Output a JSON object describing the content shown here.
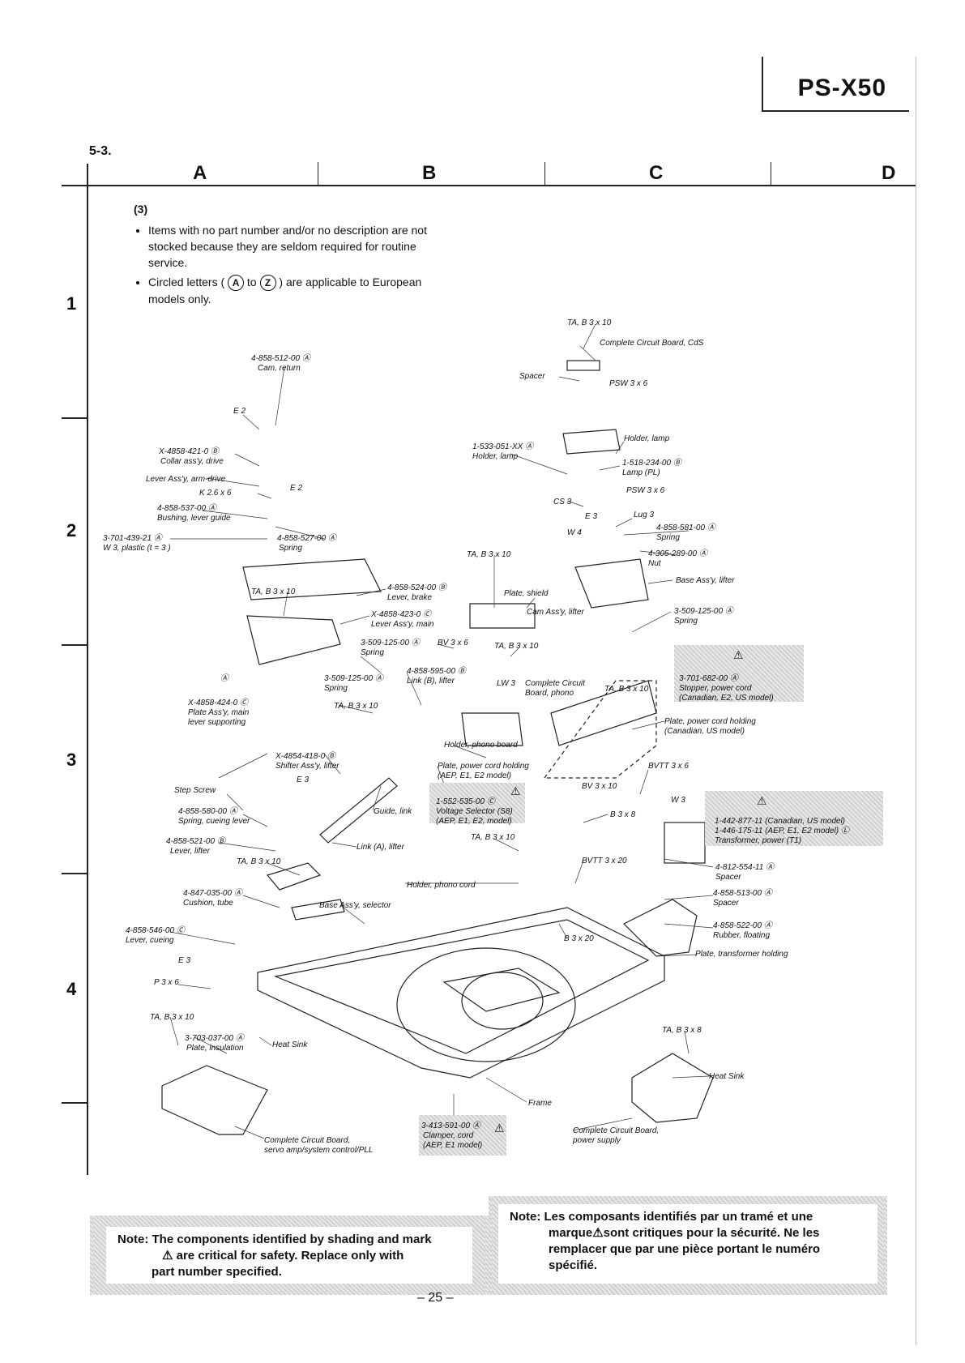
{
  "model": "PS-X50",
  "section": "5-3.",
  "columns": [
    "A",
    "B",
    "C",
    "D"
  ],
  "rows": [
    "1",
    "2",
    "3",
    "4"
  ],
  "intro": {
    "number": "(3)",
    "bullet1": "Items with no part number and/or no description are not stocked because they are seldom required for routine service.",
    "bullet2_pre": "Circled letters (",
    "circle_a": "A",
    "bullet2_to": "to",
    "circle_z": "Z",
    "bullet2_post": ") are applicable to European models only."
  },
  "labels": {
    "l_ta_top": "TA, B 3 x 10",
    "l_ccb_cds": "Complete Circuit Board, CdS",
    "l_spacer": "Spacer",
    "l_psw1": "PSW 3 x 6",
    "l_4858512a": "4-858-512-00 Ⓐ",
    "l_4858512b": "Cam, return",
    "l_e2a": "E 2",
    "l_x4858421a": "X-4858-421-0 Ⓑ",
    "l_x4858421b": "Collar ass'y, drive",
    "l_lever_arm": "Lever Ass'y, arm-drive",
    "l_k26": "K 2.6 x 6",
    "l_e2b": "E 2",
    "l_4858537a": "4-858-537-00 Ⓐ",
    "l_4858537b": "Bushing, lever guide",
    "l_3701439a": "3-701-439-21 Ⓐ",
    "l_3701439b": "W 3, plastic (t = 3 )",
    "l_4858527a": "4-858-527-00 Ⓐ",
    "l_4858527b": "Spring",
    "l_holder_lamp1": "Holder, lamp",
    "l_1533051a": "1-533-051-XX Ⓐ",
    "l_1533051b": "Holder, lamp",
    "l_1518234a": "1-518-234-00 Ⓑ",
    "l_1518234b": "Lamp (PL)",
    "l_psw2": "PSW 3 x 6",
    "l_cs3": "CS 3",
    "l_e3a": "E 3",
    "l_lug3": "Lug 3",
    "l_w4": "W 4",
    "l_4858581a": "4-858-581-00 Ⓐ",
    "l_4858581b": "Spring",
    "l_ta_b1": "TA, B 3 x 10",
    "l_4305289a": "4-305-289-00 Ⓐ",
    "l_4305289b": "Nut",
    "l_base_lifter": "Base Ass'y, lifter",
    "l_ta_a1": "TA, B 3 x 10",
    "l_4858524a": "4-858-524-00 Ⓑ",
    "l_4858524b": "Lever, brake",
    "l_plate_shield": "Plate, shield",
    "l_x4858423a": "X-4858-423-0 Ⓒ",
    "l_x4858423b": "Lever Ass'y, main",
    "l_cam_lifter": "Cam Ass'y, lifter",
    "l_3509125a": "3-509-125-00 Ⓐ",
    "l_3509125b": "Spring",
    "l_3509125c": "3-509-125-00 Ⓐ",
    "l_3509125d": "Spring",
    "l_bv3x6": "BV 3 x 6",
    "l_ta_b2": "TA, B 3 x 10",
    "l_circ_a": "Ⓐ",
    "l_4858595a": "4-858-595-00 Ⓑ",
    "l_4858595b": "Link (B), lifter",
    "l_3509125e": "3-509-125-00 Ⓐ",
    "l_3509125f": "Spring",
    "l_lw3": "LW 3",
    "l_ccb_phono1": "Complete Circuit",
    "l_ccb_phono2": "Board, phono",
    "l_ta_c1": "TA, B 3 x 10",
    "l_3701682a": "3-701-682-00 Ⓐ",
    "l_3701682b": "Stopper, power cord",
    "l_3701682c": "(Canadian, E2, US model)",
    "l_x4858424a": "X-4858-424-0 Ⓒ",
    "l_x4858424b": "Plate Ass'y, main",
    "l_x4858424c": "lever supporting",
    "l_ta_b3": "TA, B 3 x 10",
    "l_plate_pc1": "Plate, power cord holding",
    "l_plate_pc2": "(Canadian, US model)",
    "l_holder_phono": "Holder, phono board",
    "l_x4854418a": "X-4854-418-0 Ⓑ",
    "l_x4854418b": "Shifter Ass'y, lifter",
    "l_plate_pc3": "Plate, power cord holding",
    "l_plate_pc4": "(AEP, E1, E2 model)",
    "l_bvtt3x6": "BVTT 3 x 6",
    "l_step_screw": "Step Screw",
    "l_e3b": "E 3",
    "l_bv3x10": "BV 3 x 10",
    "l_w3": "W 3",
    "l_1552535a": "1-552-535-00 Ⓒ",
    "l_1552535b": "Voltage Selector (S8)",
    "l_1552535c": "(AEP, E1, E2, model)",
    "l_4858580a": "4-858-580-00 Ⓐ",
    "l_4858580b": "Spring, cueing lever",
    "l_guide_link": "Guide, link",
    "l_b3x8a": "B 3 x 8",
    "l_1442877": "1-442-877-11 (Canadian, US model)",
    "l_1446175": "1-446-175-11 (AEP, E1, E2 model) Ⓛ",
    "l_transformer": "Transformer, power (T1)",
    "l_4858521a": "4-858-521-00 Ⓑ",
    "l_4858521b": "Lever, lifter",
    "l_ta_b4": "TA, B 3 x 10",
    "l_link_a": "Link (A), lifter",
    "l_ta_a2": "TA, B 3 x 10",
    "l_bvtt3x20": "BVTT 3 x 20",
    "l_4812554a": "4-812-554-11 Ⓐ",
    "l_4812554b": "Spacer",
    "l_holder_phono_cord": "Holder, phono cord",
    "l_4847035a": "4-847-035-00 Ⓐ",
    "l_4847035b": "Cushion, tube",
    "l_base_selector": "Base Ass'y, selector",
    "l_4858513a": "4-858-513-00 Ⓐ",
    "l_4858513b": "Spacer",
    "l_4858546a": "4-858-546-00 Ⓒ",
    "l_4858546b": "Lever, cueing",
    "l_4858522a": "4-858-522-00 Ⓐ",
    "l_4858522b": "Rubber, floating",
    "l_b3x20": "B 3 x 20",
    "l_e3c": "E 3",
    "l_plate_trans": "Plate, transformer holding",
    "l_p3x6": "P 3 x 6",
    "l_ta_a3": "TA, B 3 x 10",
    "l_3703037a": "3-703-037-00 Ⓐ",
    "l_3703037b": "Plate, insulation",
    "l_heat_sink1": "Heat Sink",
    "l_ta_b3x8": "TA, B 3 x 8",
    "l_heat_sink2": "Heat Sink",
    "l_frame": "Frame",
    "l_ccb_servo1": "Complete Circuit Board,",
    "l_ccb_servo2": "servo amp/system control/PLL",
    "l_3413591a": "3-413-591-00 Ⓐ",
    "l_3413591b": "Clamper, cord",
    "l_3413591c": "(AEP, E1 model)",
    "l_ccb_power1": "Complete Circuit Board,",
    "l_ccb_power2": "power supply"
  },
  "warning_symbol": "⚠",
  "note_en": {
    "prefix": "Note:",
    "line1": "The components identified by shading and mark",
    "line2": "are critical for safety.  Replace only with",
    "line3": "part number specified."
  },
  "note_fr": {
    "prefix": "Note:",
    "line1": "Les composants identifiés par un tramé et une",
    "line2": "marque",
    "line2b": "sont critiques pour la sécurité.  Ne les",
    "line3": "remplacer que par une pièce portant le numéro",
    "line4": "spécifié."
  },
  "page_number": "– 25 –"
}
